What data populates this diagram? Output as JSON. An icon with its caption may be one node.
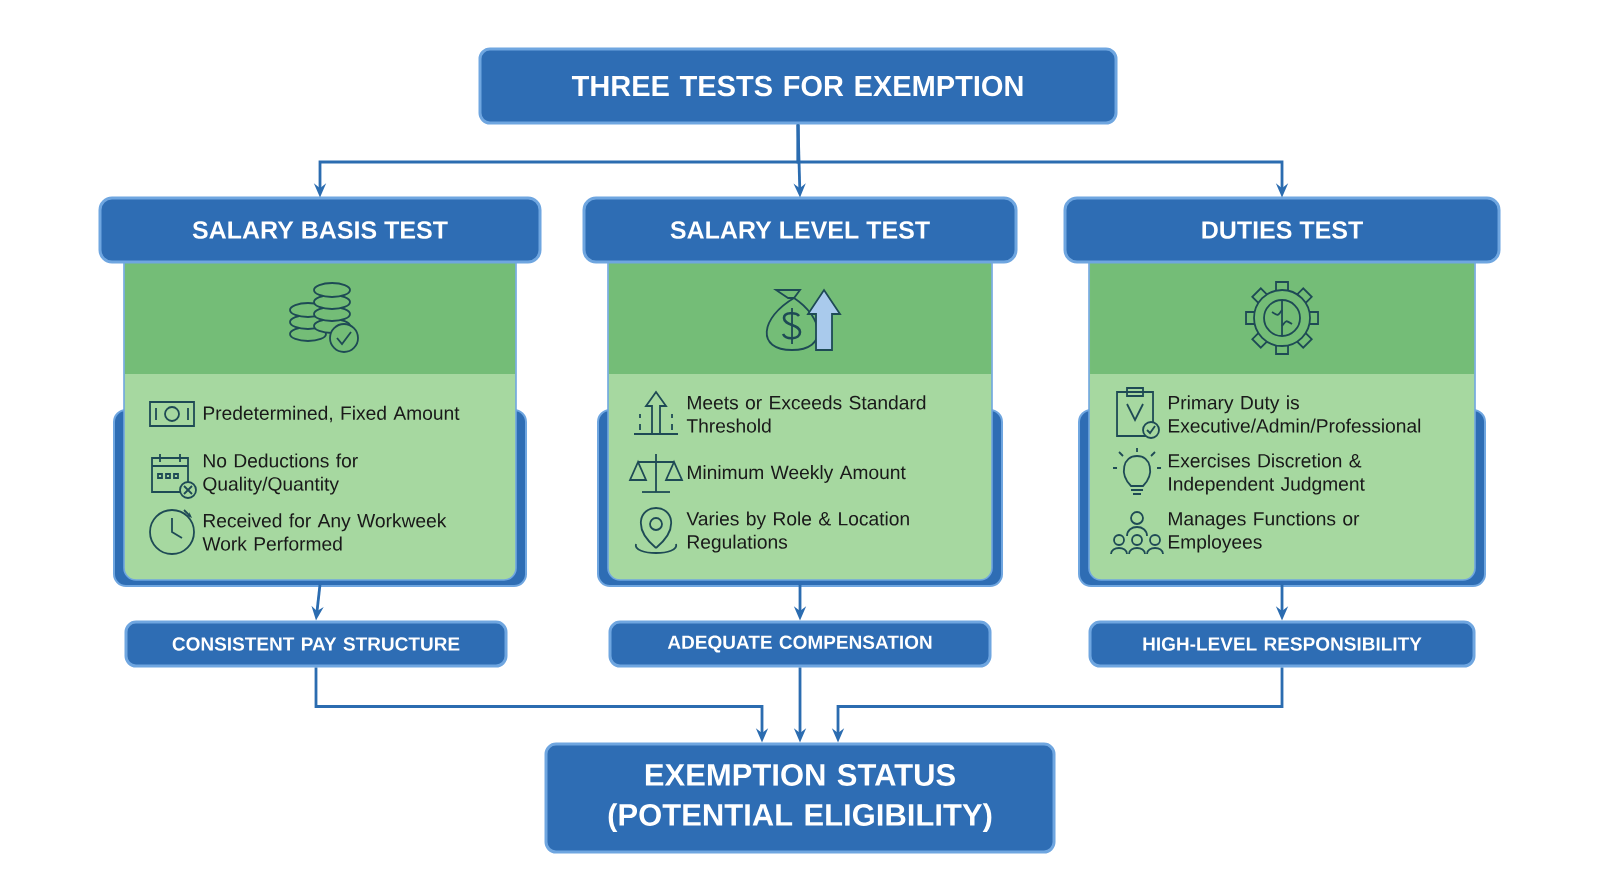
{
  "diagram": {
    "nodes": [
      {
        "text": [
          "THREE TESTS FOR EXEMPTION"
        ]
      },
      {
        "text": [
          "SALARY BASIS TEST",
          "Predetermined, Fixed Amount",
          "No Deductions for Quality/Quantity",
          "Received for Any Workweek Work Performed"
        ]
      },
      {
        "text": [
          "SALARY LEVEL TEST",
          "Meets or Exceeds Standard Threshold",
          "Minimum Weekly Amount",
          "Varies by Role & Location Regulations"
        ]
      },
      {
        "text": [
          "DUTIES TEST",
          "Primary Duty is Executive/Admin/Professional",
          "Exercises Discretion & Independent Judgment",
          "Manages Functions or Employees"
        ]
      },
      {
        "text": [
          "CONSISTENT PAY STRUCTURE"
        ]
      },
      {
        "text": [
          "ADEQUATE COMPENSATION"
        ]
      },
      {
        "text": [
          "HIGH-LEVEL RESPONSIBILITY"
        ]
      },
      {
        "text": [
          "EXEMPTION STATUS (POTENTIAL ELIGIBILITY)"
        ]
      }
    ],
    "edges": [
      {
        "from": 0,
        "to": 1,
        "arrow": "to"
      },
      {
        "from": 0,
        "to": 2,
        "arrow": "to"
      },
      {
        "from": 0,
        "to": 3,
        "arrow": "to"
      },
      {
        "from": 1,
        "to": 4,
        "arrow": "to"
      },
      {
        "from": 2,
        "to": 5,
        "arrow": "to"
      },
      {
        "from": 3,
        "to": 6,
        "arrow": "to"
      },
      {
        "from": 4,
        "to": 7,
        "arrow": "to"
      },
      {
        "from": 5,
        "to": 7,
        "arrow": "to"
      },
      {
        "from": 6,
        "to": 7,
        "arrow": "to"
      }
    ]
  }
}
